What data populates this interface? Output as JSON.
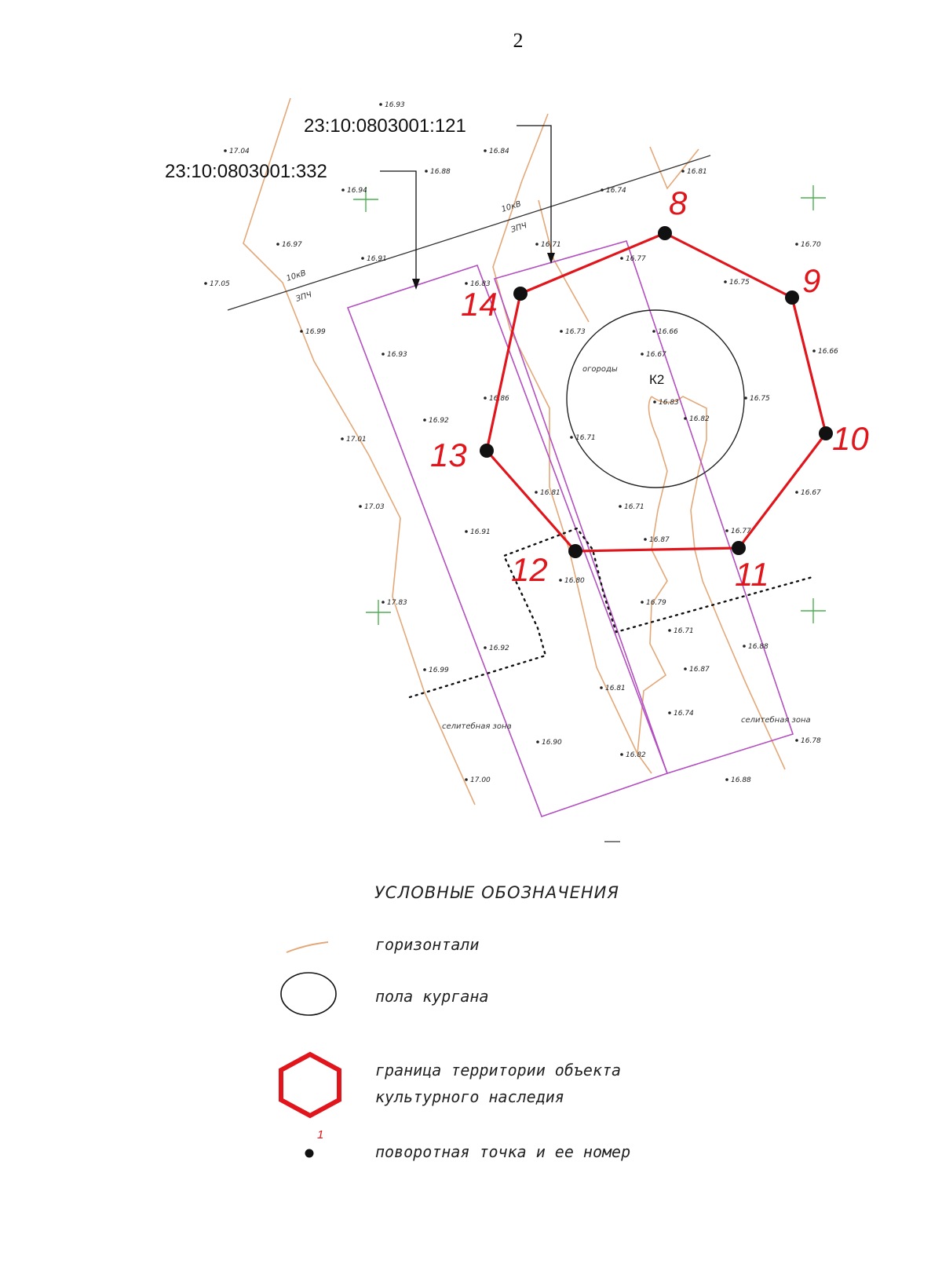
{
  "page_number": "2",
  "parcels": {
    "label_121": "23:10:0803001:121",
    "label_332": "23:10:0803001:332"
  },
  "mound": {
    "label": "К2",
    "area_label": "огороды"
  },
  "zones": {
    "left": "селитебная зона",
    "right": "селитебная зона"
  },
  "line_labels": {
    "a": "10кВ",
    "b": "ЗПЧ"
  },
  "vertices": [
    "8",
    "9",
    "10",
    "11",
    "12",
    "13",
    "14"
  ],
  "elevations": [
    "16.93",
    "17.04",
    "16.84",
    "16.88",
    "16.81",
    "16.94",
    "16.74",
    "16.97",
    "16.71",
    "16.70",
    "16.91",
    "16.77",
    "16.75",
    "17.05",
    "16.83",
    "16.99",
    "16.73",
    "16.66",
    "16.66",
    "16.93",
    "16.67",
    "16.86",
    "16.75",
    "16.92",
    "16.83",
    "16.82",
    "17.01",
    "16.71",
    "16.81",
    "16.67",
    "17.03",
    "16.71",
    "16.91",
    "16.77",
    "16.87",
    "16.80",
    "17.83",
    "16.79",
    "16.71",
    "16.92",
    "16.88",
    "16.99",
    "16.87",
    "16.81",
    "16.74",
    "16.90",
    "16.82",
    "16.78",
    "17.00",
    "16.88"
  ],
  "legend": {
    "title": "УСЛОВНЫЕ ОБОЗНАЧЕНИЯ",
    "items": [
      {
        "text": "горизонтали"
      },
      {
        "text": "пола кургана"
      },
      {
        "text": "граница территории объекта",
        "text2": "культурного наследия"
      },
      {
        "text": "поворотная точка и ее номер",
        "marker": "1"
      }
    ]
  },
  "colors": {
    "boundary": "#e0161c",
    "parcel": "#b34fc0",
    "contour": "#e4a878",
    "cross": "#4caf50"
  }
}
